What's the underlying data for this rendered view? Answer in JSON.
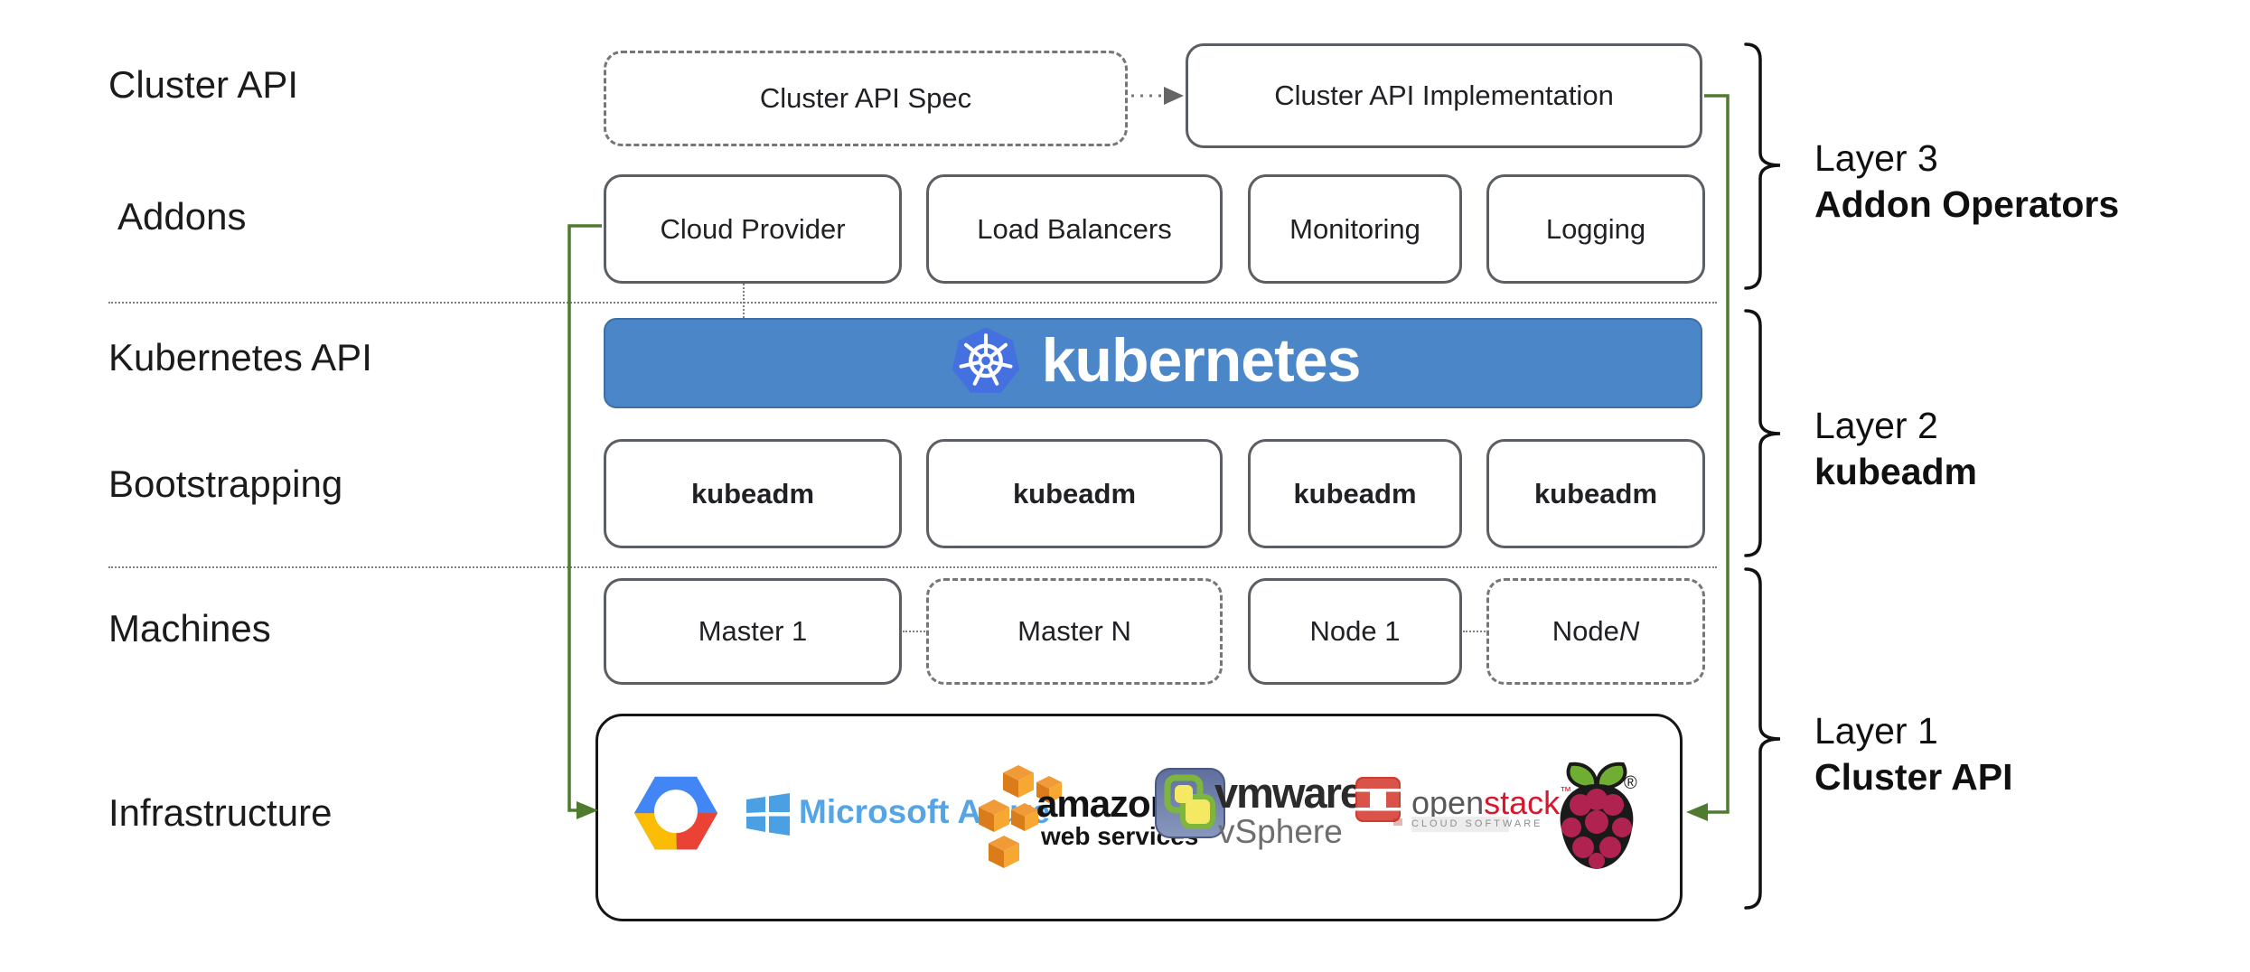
{
  "row_labels": [
    "Cluster API",
    "Addons",
    "Kubernetes API",
    "Bootstrapping",
    "Machines",
    "Infrastructure"
  ],
  "cluster_api_row": {
    "spec": "Cluster API Spec",
    "implementation": "Cluster API Implementation"
  },
  "addons": [
    "Cloud Provider",
    "Load Balancers",
    "Monitoring",
    "Logging"
  ],
  "kubernetes": {
    "wordmark": "kubernetes"
  },
  "bootstrapping": [
    "kubeadm",
    "kubeadm",
    "kubeadm",
    "kubeadm"
  ],
  "machines": [
    {
      "text": "Master 1",
      "italic_suffix": ""
    },
    {
      "text": "Master N",
      "italic_suffix": ""
    },
    {
      "text": "Node 1",
      "italic_suffix": ""
    },
    {
      "text": "Node ",
      "italic_suffix": "N"
    }
  ],
  "infrastructure": {
    "providers": [
      "Google Cloud Platform",
      "Microsoft Azure",
      "Amazon Web Services",
      "VMware vSphere",
      "OpenStack",
      "Raspberry Pi"
    ],
    "azure_text": "Microsoft Azure",
    "amazon_text": "amazon",
    "amazon_sub": "web services",
    "vmware_text": "vmware",
    "vmware_reg": "®",
    "vmware_sub": "vSphere",
    "openstack_open": "open",
    "openstack_stack": "stack",
    "openstack_tm": "™",
    "openstack_sub": "CLOUD SOFTWARE",
    "raspberry_reg": "®"
  },
  "layers": [
    {
      "title": "Layer 3",
      "subtitle": "Addon Operators"
    },
    {
      "title": "Layer 2",
      "subtitle": "kubeadm"
    },
    {
      "title": "Layer 1",
      "subtitle": "Cluster API"
    }
  ],
  "colors": {
    "accent_green": "#4e7b2e",
    "banner_blue": "#4b86c8",
    "k8s_logo_blue": "#4570e0",
    "azure_blue": "#55a5e6",
    "aws_orange": "#ec912d",
    "openstack_red": "#d5182e",
    "raspberry_red": "#b02350",
    "vmware_green": "#7db53f"
  }
}
